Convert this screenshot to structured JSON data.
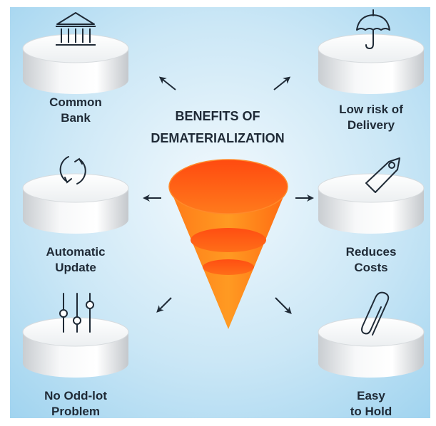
{
  "title": {
    "line1": "BENEFITS OF",
    "line2": "DEMATERIALIZATION"
  },
  "benefits": [
    {
      "line1": "Common",
      "line2": "Bank",
      "icon": "bank-icon"
    },
    {
      "line1": "Low risk of",
      "line2": "Delivery",
      "icon": "umbrella-icon"
    },
    {
      "line1": "Automatic",
      "line2": "Update",
      "icon": "refresh-icon"
    },
    {
      "line1": "Reduces",
      "line2": "Costs",
      "icon": "price-tag-icon"
    },
    {
      "line1": "No Odd-lot",
      "line2": "Problem",
      "icon": "sliders-icon"
    },
    {
      "line1": "Easy",
      "line2": "to Hold",
      "icon": "paperclip-icon"
    }
  ],
  "colors": {
    "background": "#bfe1f4",
    "cone_top": "#ff5a16",
    "cone_bottom": "#ff9a1c",
    "text": "#1f2a36",
    "arrow": "#1f2a36"
  }
}
